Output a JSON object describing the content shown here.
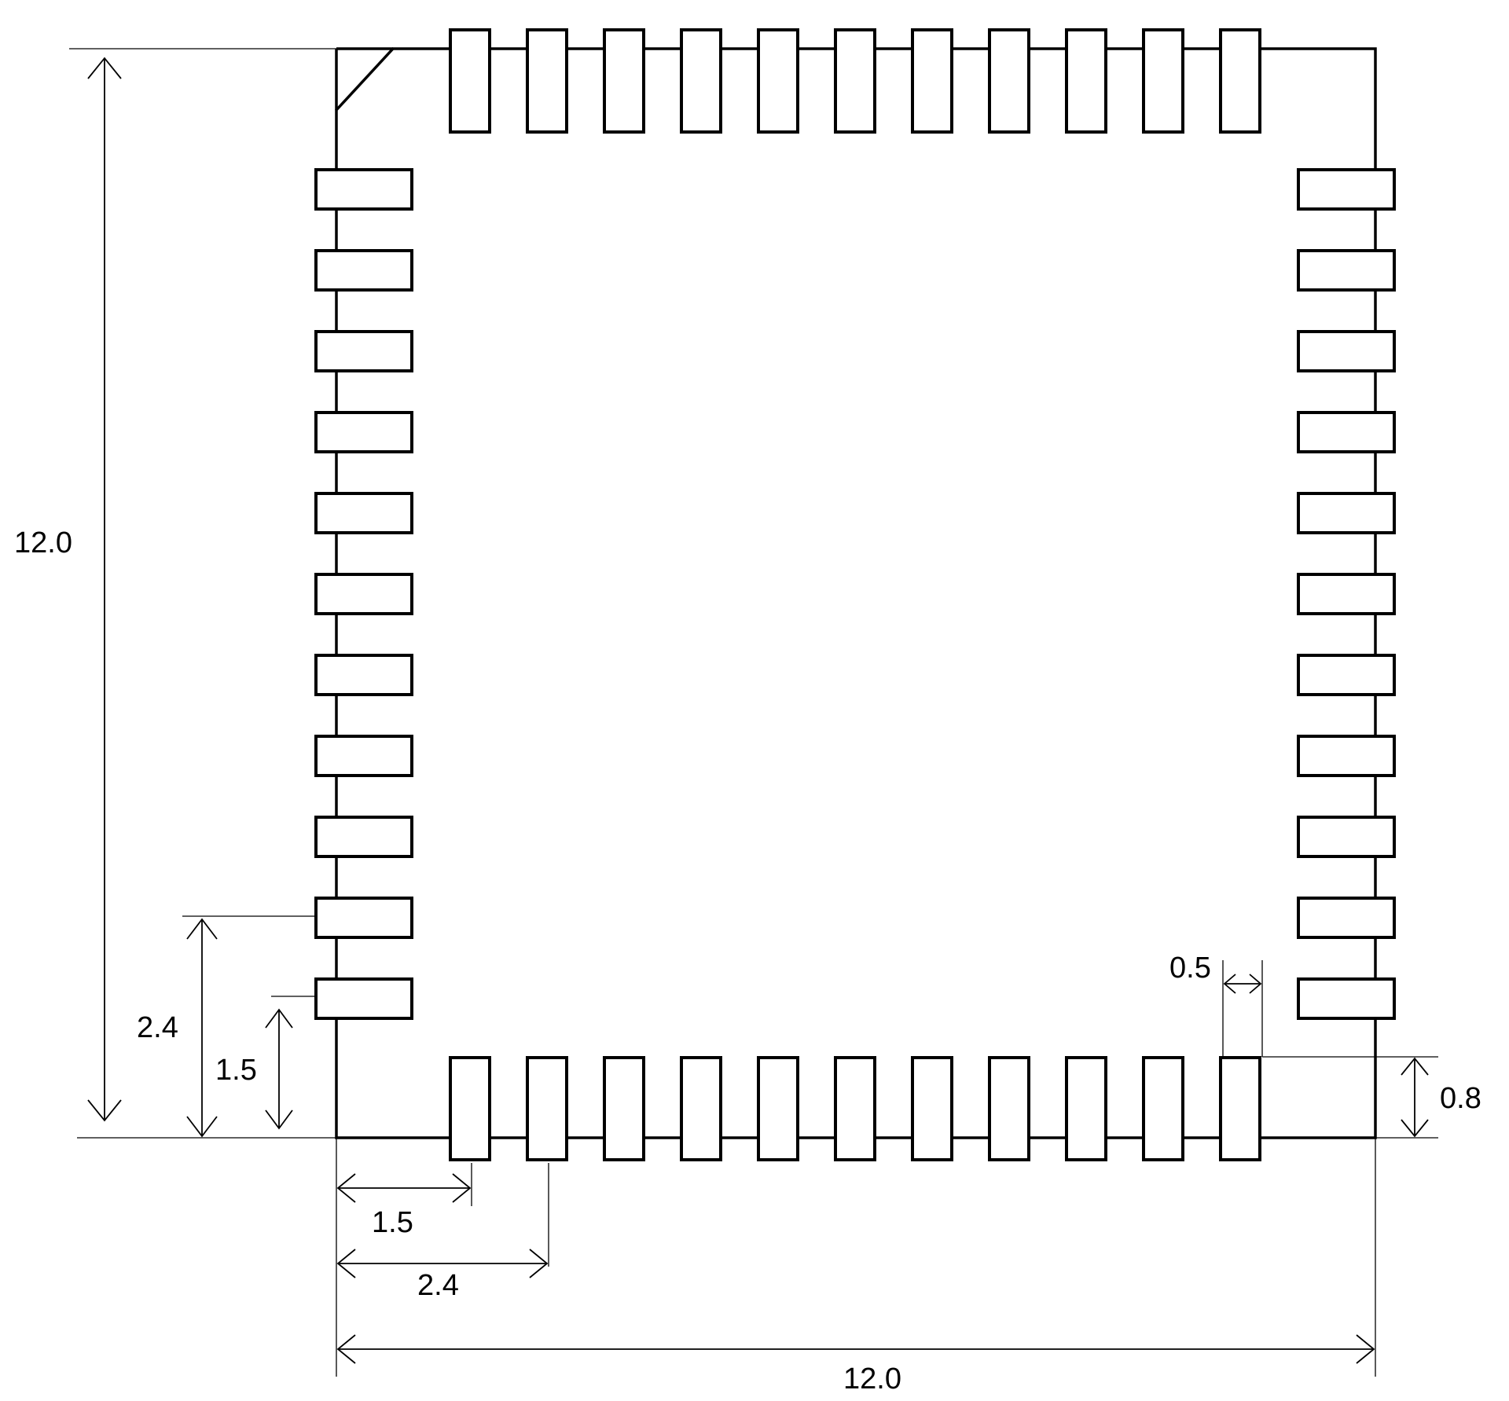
{
  "diagram": {
    "pads_per_side": 11,
    "dimensions": {
      "body_height": "12.0",
      "body_width": "12.0",
      "left_offset_large": "2.4",
      "left_offset_small": "1.5",
      "bottom_offset_small": "1.5",
      "bottom_offset_large": "2.4",
      "pad_width": "0.5",
      "pad_length": "0.8"
    }
  }
}
